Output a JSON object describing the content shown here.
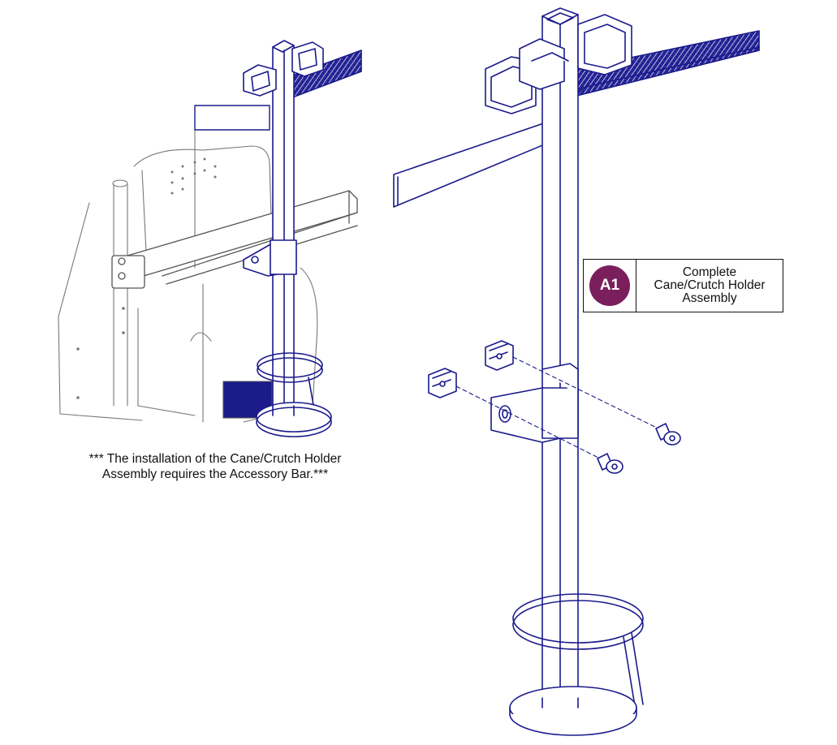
{
  "note": {
    "line1": "*** The installation of the Cane/Crutch Holder",
    "line2": "Assembly requires the Accessory Bar.***"
  },
  "callout": {
    "badge": "A1",
    "line1": "Complete",
    "line2": "Cane/Crutch Holder",
    "line3": "Assembly",
    "badge_color": "#7a1f5c"
  },
  "colors": {
    "line": "#1a1a8c",
    "hatch": "#2a2a9c",
    "gray": "#888888"
  }
}
